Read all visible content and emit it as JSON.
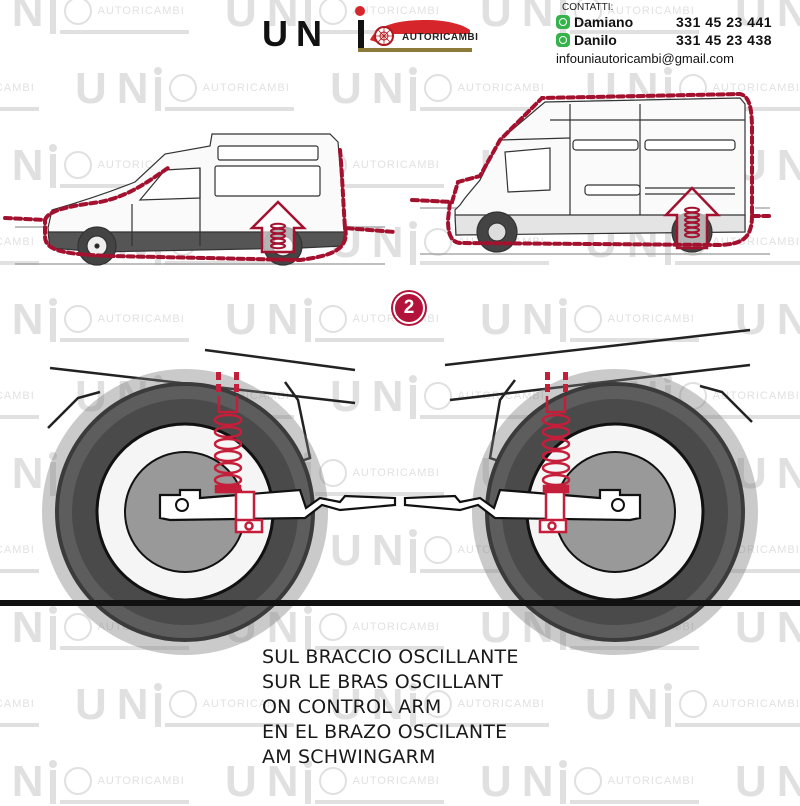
{
  "header": {
    "logo": {
      "mark": "UNI",
      "brand": "AUTORICAMBI",
      "dot_color": "#d6262b",
      "car_color": "#d6262b"
    },
    "contacts": {
      "label": "CONTATTI:",
      "people": [
        {
          "icon": "whatsapp-icon",
          "name": "Damiano",
          "phone": "331 45 23 441"
        },
        {
          "icon": "whatsapp-icon",
          "name": "Danilo",
          "phone": "331 45 23 438"
        }
      ],
      "email": "infouniautoricambi@gmail.com"
    }
  },
  "diagrams": {
    "top_row": [
      {
        "vehicle": "compact-high-roof-van",
        "indicator": "rear-spring-up-arrow"
      },
      {
        "vehicle": "large-high-roof-van",
        "indicator": "rear-spring-up-arrow"
      }
    ],
    "step_badge": "2",
    "detail_row": [
      {
        "view": "left-rear-wheel-suspension",
        "part": "coil-spring-on-control-arm"
      },
      {
        "view": "right-rear-wheel-suspension",
        "part": "coil-spring-on-control-arm"
      }
    ]
  },
  "caption": {
    "lines": [
      "SUL BRACCIO OSCILLANTE",
      "SUR LE BRAS OSCILLANT",
      "ON CONTROL ARM",
      "EN EL BRAZO OSCILANTE",
      "AM SCHWINGARM"
    ]
  },
  "watermark": {
    "mark": "UN",
    "brand": "AUTORICAMBI"
  },
  "colors": {
    "accent_red": "#b3123a",
    "dotted_outline": "#a3112f",
    "ink": "#1a1a1a"
  }
}
